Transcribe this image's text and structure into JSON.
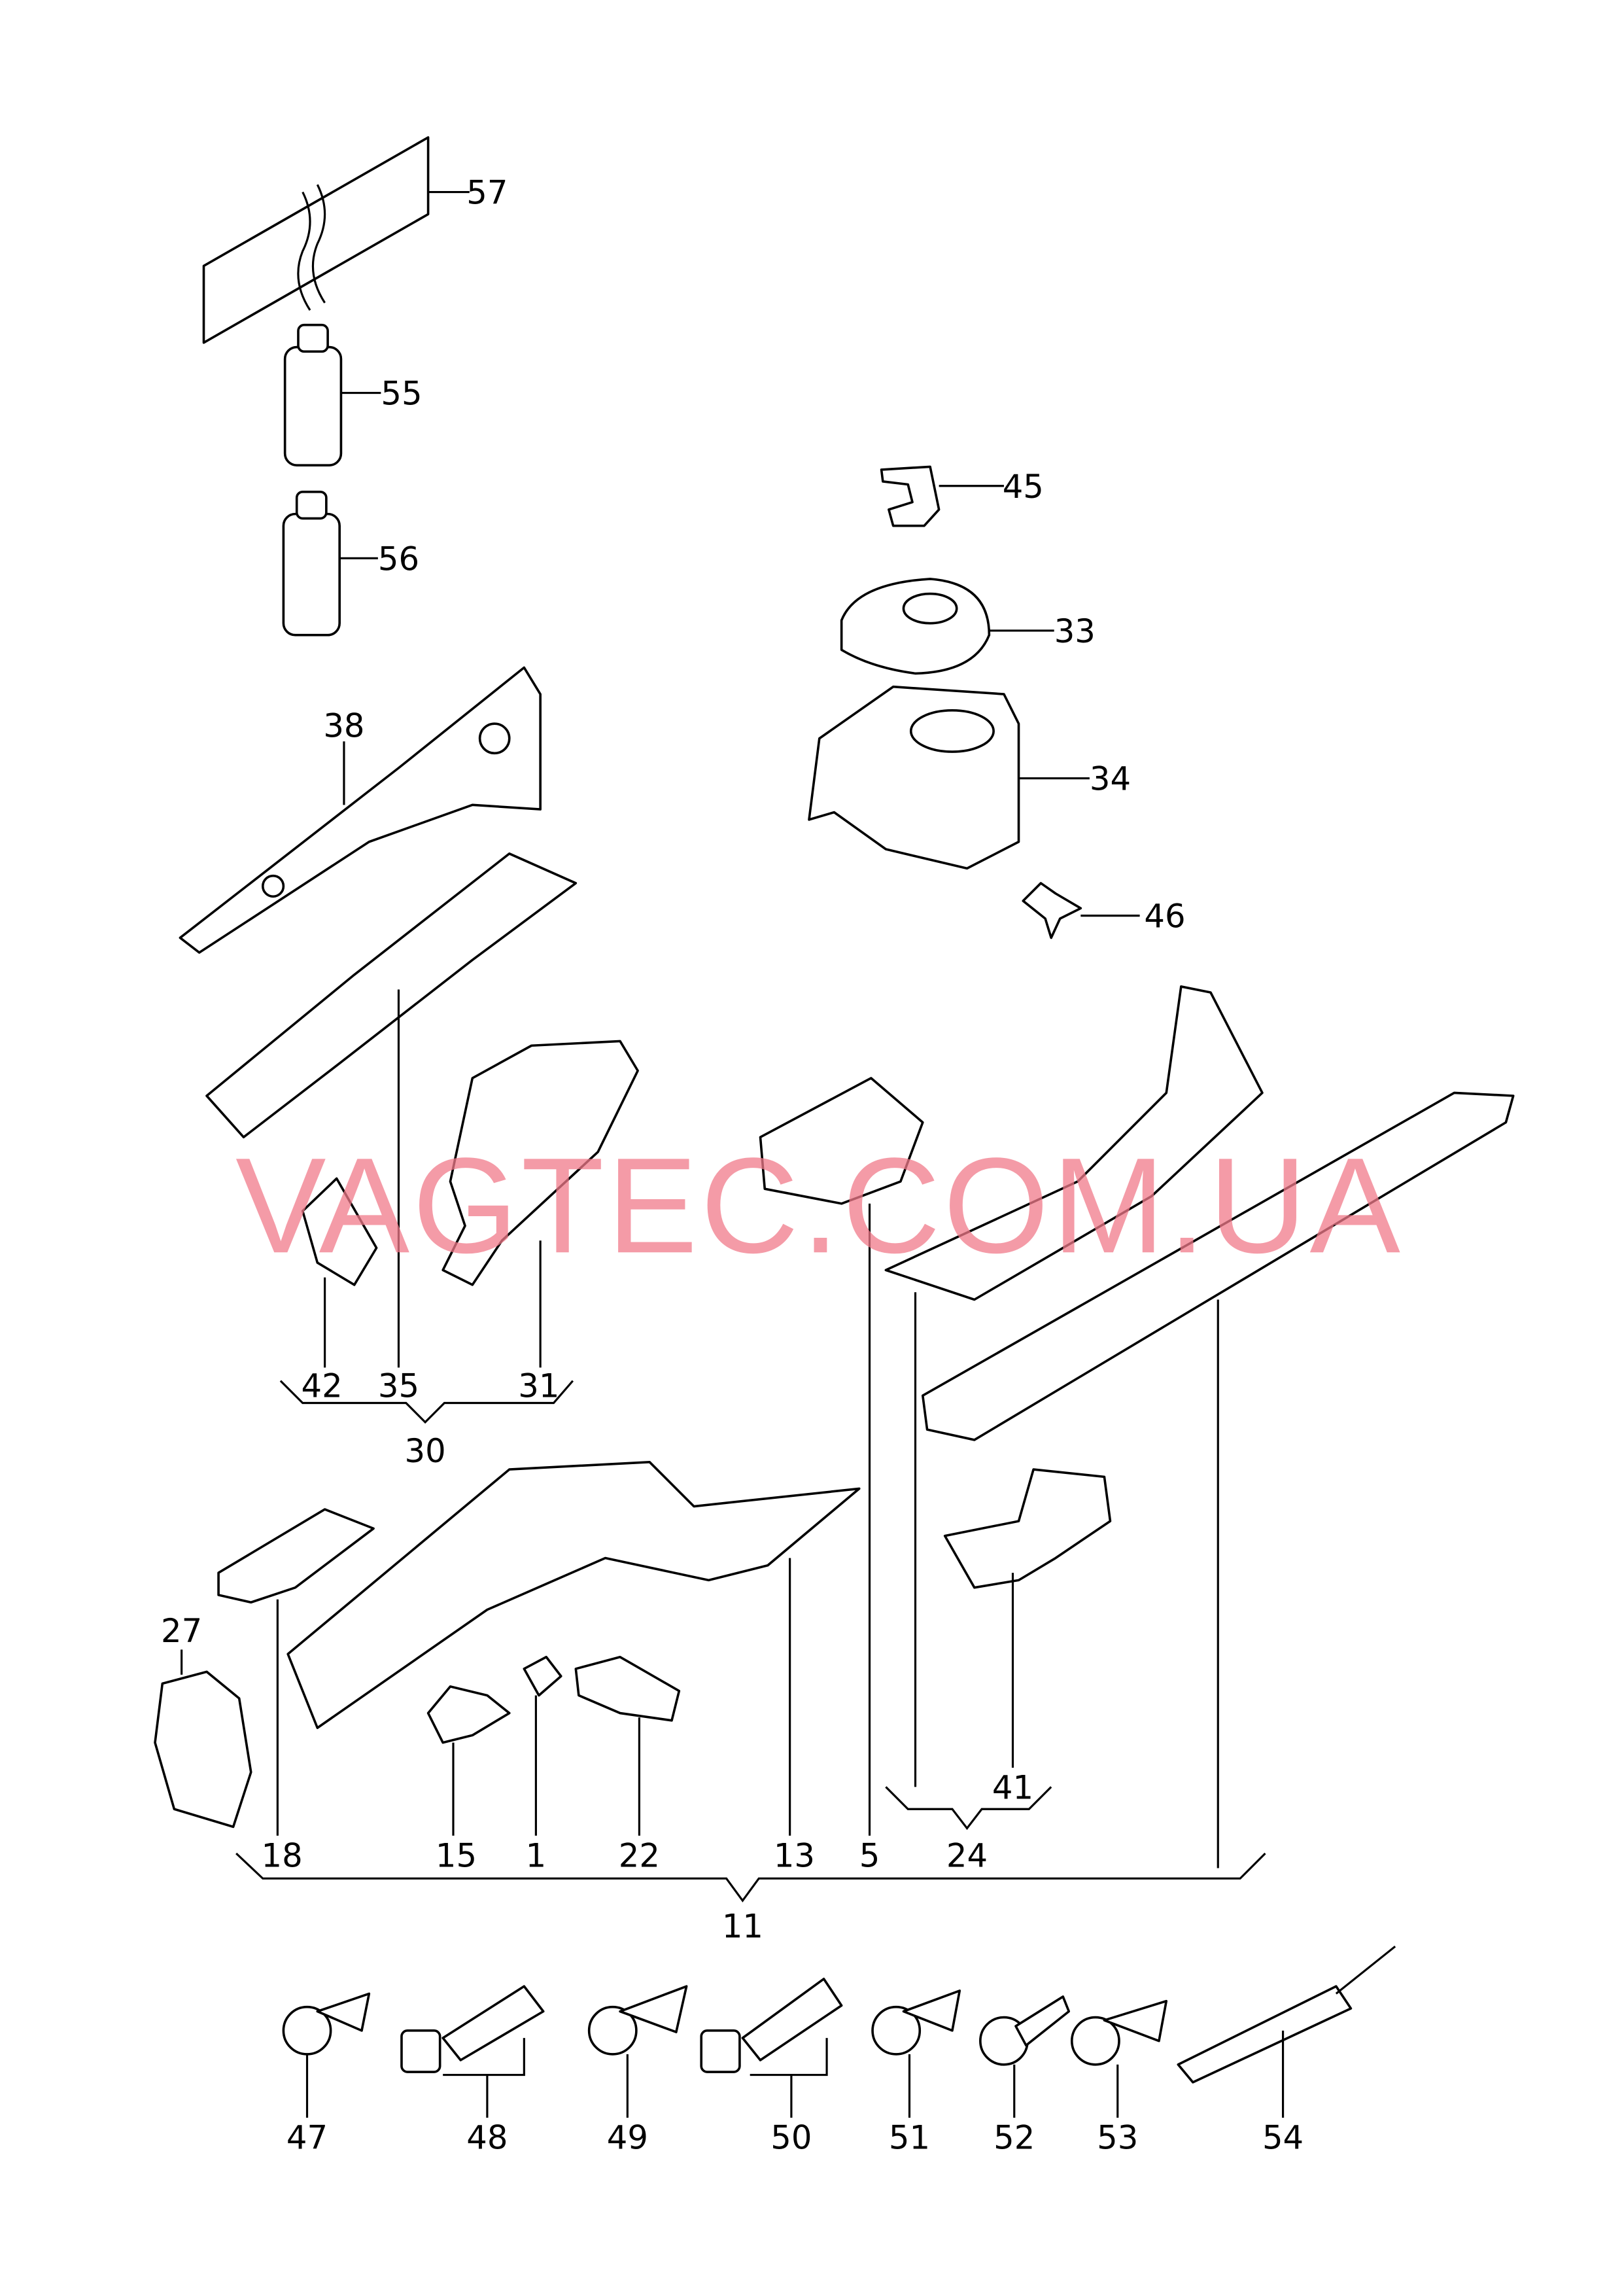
{
  "watermark": "VAGTEC.COM.UA",
  "labels": {
    "p57": "57",
    "p55": "55",
    "p56": "56",
    "p45": "45",
    "p33": "33",
    "p34": "34",
    "p46": "46",
    "p38": "38",
    "p42": "42",
    "p35": "35",
    "p31": "31",
    "p30": "30",
    "p27": "27",
    "p18": "18",
    "p15": "15",
    "p1": "1",
    "p22": "22",
    "p13": "13",
    "p5": "5",
    "p24": "24",
    "p41": "41",
    "p11": "11",
    "p47": "47",
    "p48": "48",
    "p49": "49",
    "p50": "50",
    "p51": "51",
    "p52": "52",
    "p53": "53",
    "p54": "54"
  }
}
